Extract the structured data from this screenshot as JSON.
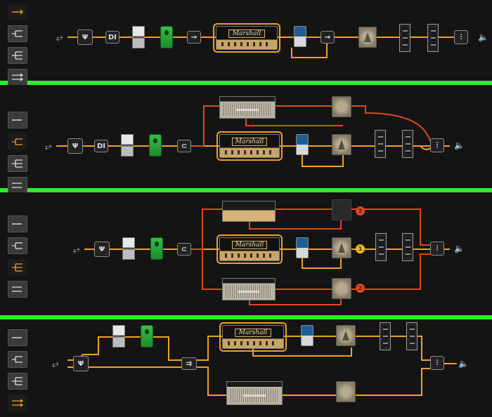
{
  "colors": {
    "accent": "#f0a21e",
    "red_path": "#e0461e",
    "separator": "#2ef02a",
    "background": "#141414"
  },
  "panels": [
    {
      "name": "single-chain",
      "active_mode": 0,
      "tuner_label": "DI",
      "amp_logo": "Marshall"
    },
    {
      "name": "parallel-two-amps",
      "active_mode": 1,
      "tuner_label": "DI",
      "amp_logo": "Marshall"
    },
    {
      "name": "three-way-split",
      "active_mode": 2,
      "amp_logo": "Marshall",
      "badges": [
        {
          "label": "3",
          "color": "#e0461e"
        },
        {
          "label": "1",
          "color": "#f0b21e"
        },
        {
          "label": "2",
          "color": "#e0461e"
        }
      ]
    },
    {
      "name": "dual-input",
      "active_mode": 3,
      "amp_logo": "Marshall"
    }
  ],
  "mode_icons": [
    "single-path-icon",
    "split-two-icon",
    "split-three-icon",
    "dual-path-icon"
  ]
}
